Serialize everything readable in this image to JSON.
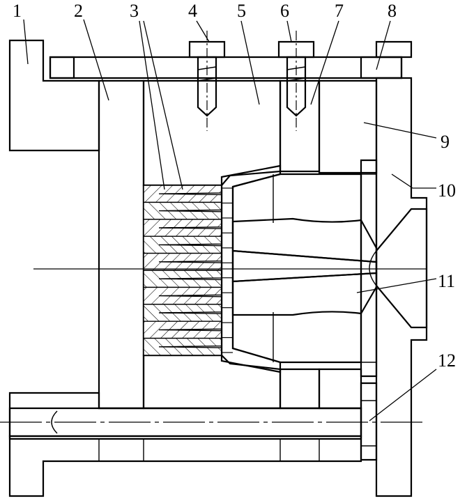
{
  "diagram": {
    "callouts": [
      {
        "id": "1",
        "text": "1"
      },
      {
        "id": "2",
        "text": "2"
      },
      {
        "id": "3",
        "text": "3"
      },
      {
        "id": "4",
        "text": "4"
      },
      {
        "id": "5",
        "text": "5"
      },
      {
        "id": "6",
        "text": "6"
      },
      {
        "id": "7",
        "text": "7"
      },
      {
        "id": "8",
        "text": "8"
      },
      {
        "id": "9",
        "text": "9"
      },
      {
        "id": "10",
        "text": "10"
      },
      {
        "id": "11",
        "text": "11"
      },
      {
        "id": "12",
        "text": "12"
      }
    ],
    "colors": {
      "ink": "#000000",
      "paper": "#ffffff"
    }
  }
}
